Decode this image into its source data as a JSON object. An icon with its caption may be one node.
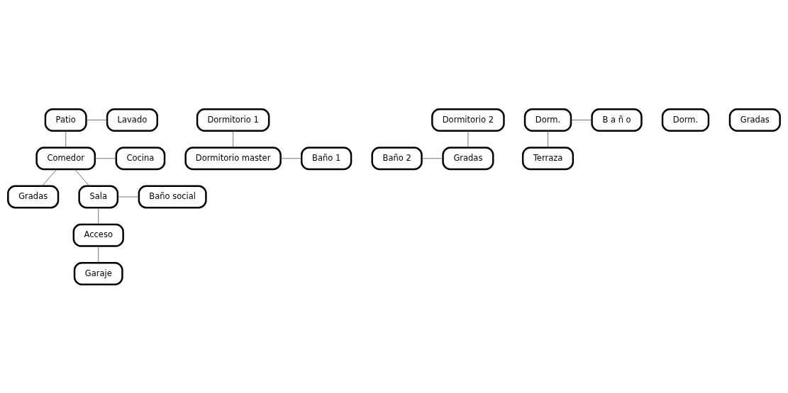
{
  "diagram": {
    "nodes": [
      {
        "text": [
          "Patio"
        ]
      },
      {
        "text": [
          "Lavado"
        ]
      },
      {
        "text": [
          "Comedor"
        ]
      },
      {
        "text": [
          "Cocina"
        ]
      },
      {
        "text": [
          "Gradas"
        ]
      },
      {
        "text": [
          "Sala"
        ]
      },
      {
        "text": [
          "Baño social"
        ]
      },
      {
        "text": [
          "Acceso"
        ]
      },
      {
        "text": [
          "Garaje"
        ]
      },
      {
        "text": [
          "Dormitorio 1"
        ]
      },
      {
        "text": [
          "Dormitorio 2"
        ]
      },
      {
        "text": [
          "Baño 2"
        ]
      },
      {
        "text": [
          "Gradas"
        ]
      },
      {
        "text": [
          "Dormitorio master"
        ]
      },
      {
        "text": [
          "Baño 1"
        ]
      },
      {
        "text": [
          "Dorm."
        ]
      },
      {
        "text": [
          "B a ñ o"
        ]
      },
      {
        "text": [
          "Dorm."
        ]
      },
      {
        "text": [
          "Terraza"
        ]
      },
      {
        "text": [
          "Gradas"
        ]
      }
    ],
    "edges": [
      {
        "from": 0,
        "to": 1,
        "arrow": "none"
      },
      {
        "from": 0,
        "to": 2,
        "arrow": "none"
      },
      {
        "from": 2,
        "to": 3,
        "arrow": "none"
      },
      {
        "from": 2,
        "to": 4,
        "arrow": "none"
      },
      {
        "from": 2,
        "to": 5,
        "arrow": "none"
      },
      {
        "from": 5,
        "to": 6,
        "arrow": "none"
      },
      {
        "from": 5,
        "to": 7,
        "arrow": "none"
      },
      {
        "from": 7,
        "to": 8,
        "arrow": "none"
      },
      {
        "from": 9,
        "to": 13,
        "arrow": "none"
      },
      {
        "from": 11,
        "to": 12,
        "arrow": "none"
      },
      {
        "from": 10,
        "to": 12,
        "arrow": "none"
      },
      {
        "from": 13,
        "to": 14,
        "arrow": "none"
      },
      {
        "from": 15,
        "to": 16,
        "arrow": "none"
      },
      {
        "from": 15,
        "to": 18,
        "arrow": "none"
      }
    ]
  }
}
